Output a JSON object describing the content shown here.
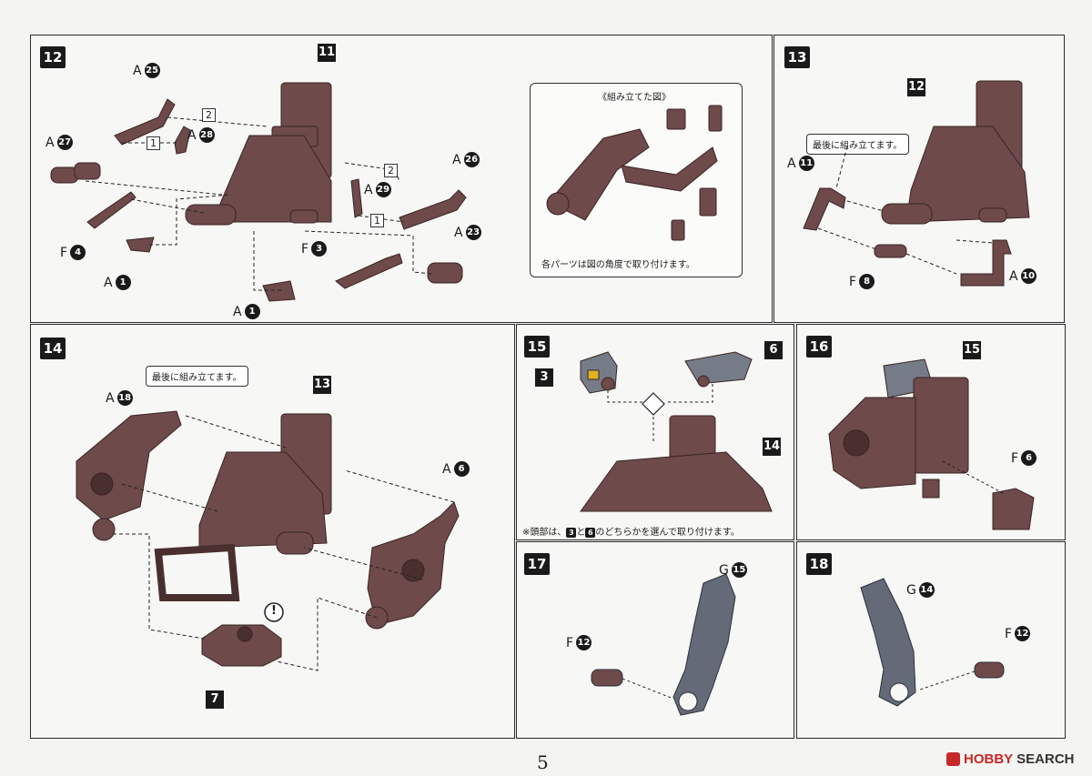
{
  "steps": {
    "s12": {
      "number": "12",
      "main_part": "11",
      "labels": {
        "a25": {
          "letter": "A",
          "num": "25"
        },
        "a27": {
          "letter": "A",
          "num": "27"
        },
        "a28": {
          "letter": "A",
          "num": "28"
        },
        "f4": {
          "letter": "F",
          "num": "4"
        },
        "a1a": {
          "letter": "A",
          "num": "1"
        },
        "a1b": {
          "letter": "A",
          "num": "1"
        },
        "a29": {
          "letter": "A",
          "num": "29"
        },
        "a26": {
          "letter": "A",
          "num": "26"
        },
        "f3": {
          "letter": "F",
          "num": "3"
        },
        "a23": {
          "letter": "A",
          "num": "23"
        }
      },
      "order_marks": [
        "2",
        "1",
        "2",
        "1"
      ],
      "inset_title": "《組み立てた図》",
      "inset_note": "各パーツは図の角度で取り付けます。"
    },
    "s13": {
      "number": "13",
      "main_part": "12",
      "callout": "最後に組み立てます。",
      "labels": {
        "a11": {
          "letter": "A",
          "num": "11"
        },
        "f8": {
          "letter": "F",
          "num": "8"
        },
        "a10": {
          "letter": "A",
          "num": "10"
        }
      }
    },
    "s14": {
      "number": "14",
      "main_part": "13",
      "callout": "最後に組み立てます。",
      "labels": {
        "a18": {
          "letter": "A",
          "num": "18"
        },
        "a6": {
          "letter": "A",
          "num": "6"
        }
      },
      "part_ref": "7",
      "caution": "!"
    },
    "s15": {
      "number": "15",
      "head_a": "3",
      "head_b": "6",
      "main_part": "14",
      "note_pre": "※頭部は、",
      "note_a": "3",
      "note_mid": "と",
      "note_b": "6",
      "note_post": "のどちらかを選んで取り付けます。"
    },
    "s16": {
      "number": "16",
      "main_part": "15",
      "labels": {
        "f6": {
          "letter": "F",
          "num": "6"
        }
      }
    },
    "s17": {
      "number": "17",
      "labels": {
        "g15": {
          "letter": "G",
          "num": "15"
        },
        "f12": {
          "letter": "F",
          "num": "12"
        }
      }
    },
    "s18": {
      "number": "18",
      "labels": {
        "g14": {
          "letter": "G",
          "num": "14"
        },
        "f12": {
          "letter": "F",
          "num": "12"
        }
      }
    }
  },
  "footer": {
    "page_number": "5",
    "logo_text_a": "HOBBY",
    "logo_text_b": "SEARCH"
  },
  "colors": {
    "part": "#6e4a4a",
    "part_dark": "#4a2f2f",
    "gray_part": "#767b88",
    "accent": "#c62828"
  }
}
